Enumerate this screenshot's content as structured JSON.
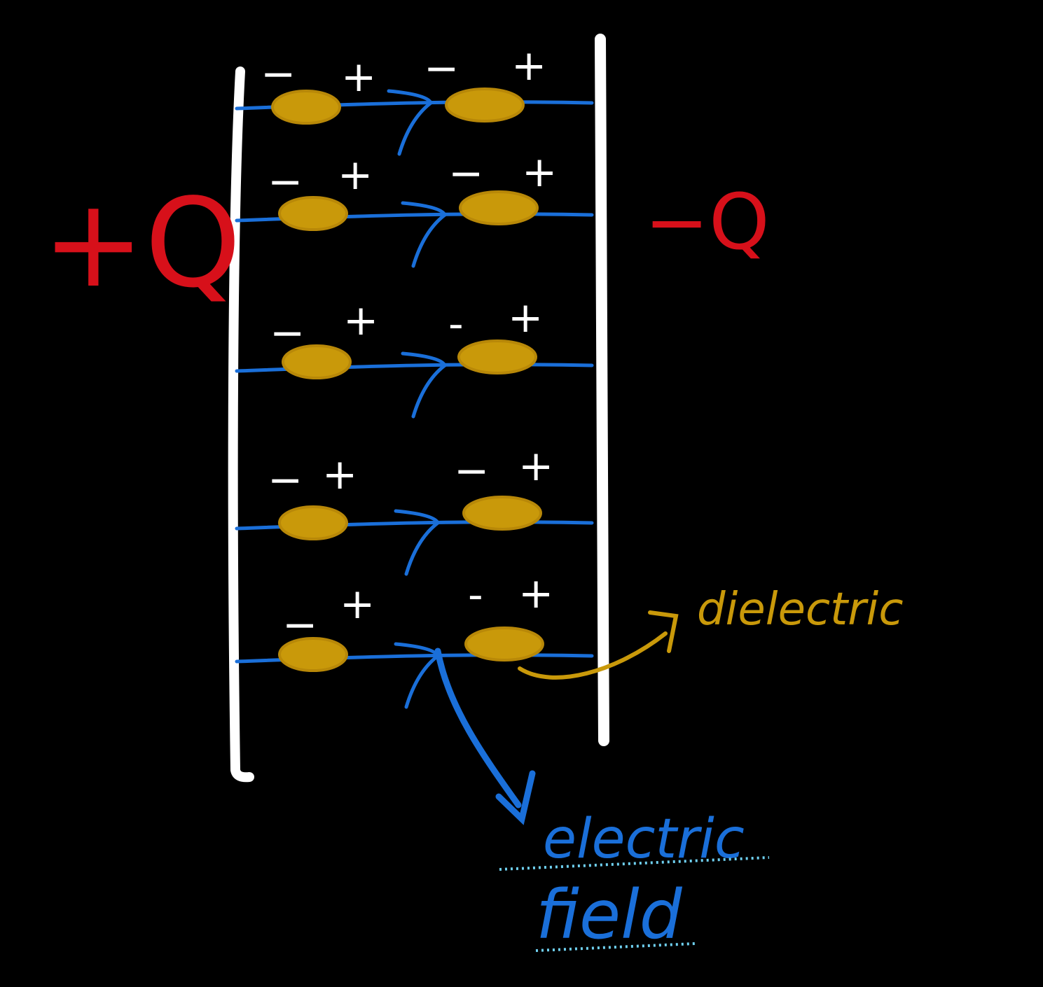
{
  "labels": {
    "left_charge": "+Q",
    "right_charge": "−Q",
    "dielectric": "dielectric",
    "field_line1": "electric",
    "field_line2": "field"
  },
  "rows": [
    {
      "signs": [
        "−",
        "+",
        "−",
        "+"
      ]
    },
    {
      "signs": [
        "−",
        "+",
        "−",
        "+"
      ]
    },
    {
      "signs": [
        "−",
        "+",
        "-",
        "+"
      ]
    },
    {
      "signs": [
        "−",
        "+",
        "−",
        "+"
      ]
    },
    {
      "signs": [
        "−",
        "+",
        "-",
        "+"
      ]
    }
  ],
  "colors": {
    "background": "#000000",
    "plate": "#ffffff",
    "charge_label": "#d7101a",
    "field": "#1a6fd9",
    "molecule": "#c9990a",
    "underline": "#6fd0f0",
    "sign": "#ffffff"
  }
}
